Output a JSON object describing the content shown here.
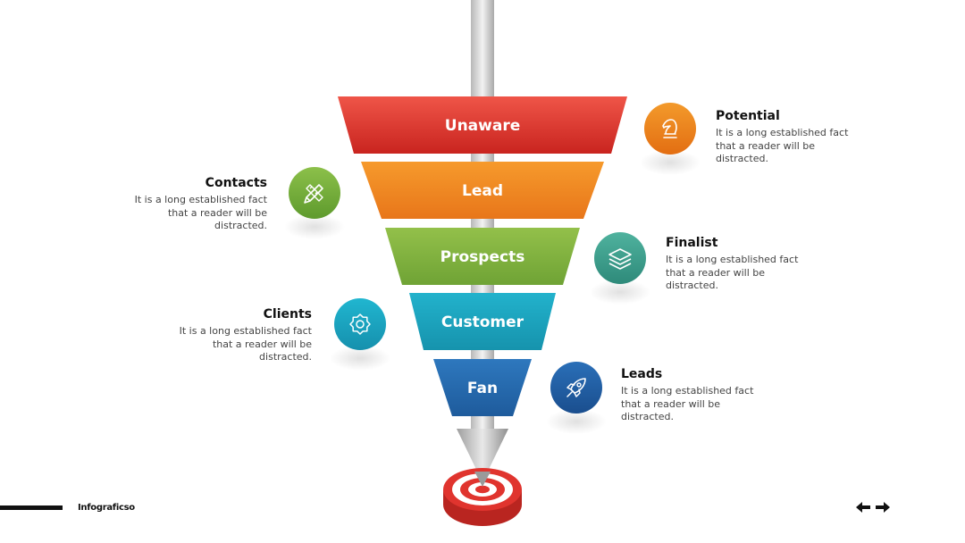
{
  "funnel": {
    "stages": [
      {
        "label": "Unaware",
        "color_top": "#EF5548",
        "color_bottom": "#C9241F"
      },
      {
        "label": "Lead",
        "color_top": "#F69A2C",
        "color_bottom": "#E8761A"
      },
      {
        "label": "Prospects",
        "color_top": "#93C04A",
        "color_bottom": "#6FA335"
      },
      {
        "label": "Customer",
        "color_top": "#22B2CC",
        "color_bottom": "#1693AD"
      },
      {
        "label": "Fan",
        "color_top": "#2E78BE",
        "color_bottom": "#1E5B9C"
      }
    ]
  },
  "callouts": [
    {
      "id": "potential",
      "title": "Potential",
      "desc": "It is a long established fact that a reader will be distracted.",
      "icon": "chess-knight-icon",
      "color_top": "#F39A2B",
      "color_bottom": "#E36E12"
    },
    {
      "id": "contacts",
      "title": "Contacts",
      "desc": "It is a long established fact that a reader will be distracted.",
      "icon": "pencil-ruler-icon",
      "color_top": "#8CC04A",
      "color_bottom": "#5E9A2D"
    },
    {
      "id": "finalist",
      "title": "Finalist",
      "desc": "It is a long established fact that a reader will be distracted.",
      "icon": "layers-icon",
      "color_top": "#4FB29E",
      "color_bottom": "#2E8A7A"
    },
    {
      "id": "clients",
      "title": "Clients",
      "desc": "It is a long established fact that a reader will be distracted.",
      "icon": "gear-icon",
      "color_top": "#20B6D0",
      "color_bottom": "#1690AD"
    },
    {
      "id": "leads",
      "title": "Leads",
      "desc": "It is a long established fact that a reader will be distracted.",
      "icon": "rocket-icon",
      "color_top": "#2A6FB8",
      "color_bottom": "#1A4E8E"
    }
  ],
  "footer": {
    "brand": "Infograficso"
  },
  "colors": {
    "target_red": "#E0342E",
    "target_dark": "#B92520",
    "arrow_gray": "#C8C8C8"
  }
}
